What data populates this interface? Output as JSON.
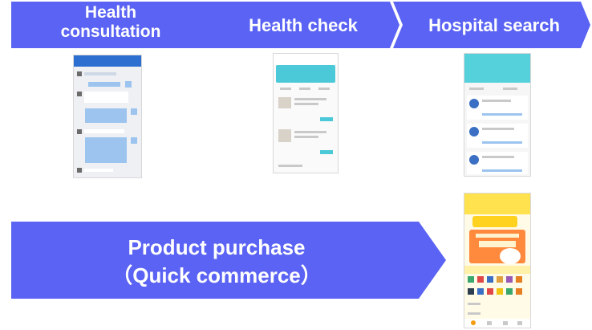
{
  "steps": [
    {
      "label": "Health\nconsultation"
    },
    {
      "label": "Health check"
    },
    {
      "label": "Hospital search"
    }
  ],
  "product": {
    "line1": "Product purchase",
    "line2": "（Quick commerce）"
  },
  "colors": {
    "arrow": "#5a63f3",
    "text": "#ffffff"
  }
}
